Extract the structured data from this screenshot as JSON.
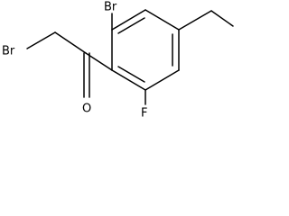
{
  "molecule": {
    "atoms": {
      "br_ring": "Br",
      "br_chain": "Br",
      "oxygen": "O",
      "fluorine": "F"
    }
  }
}
